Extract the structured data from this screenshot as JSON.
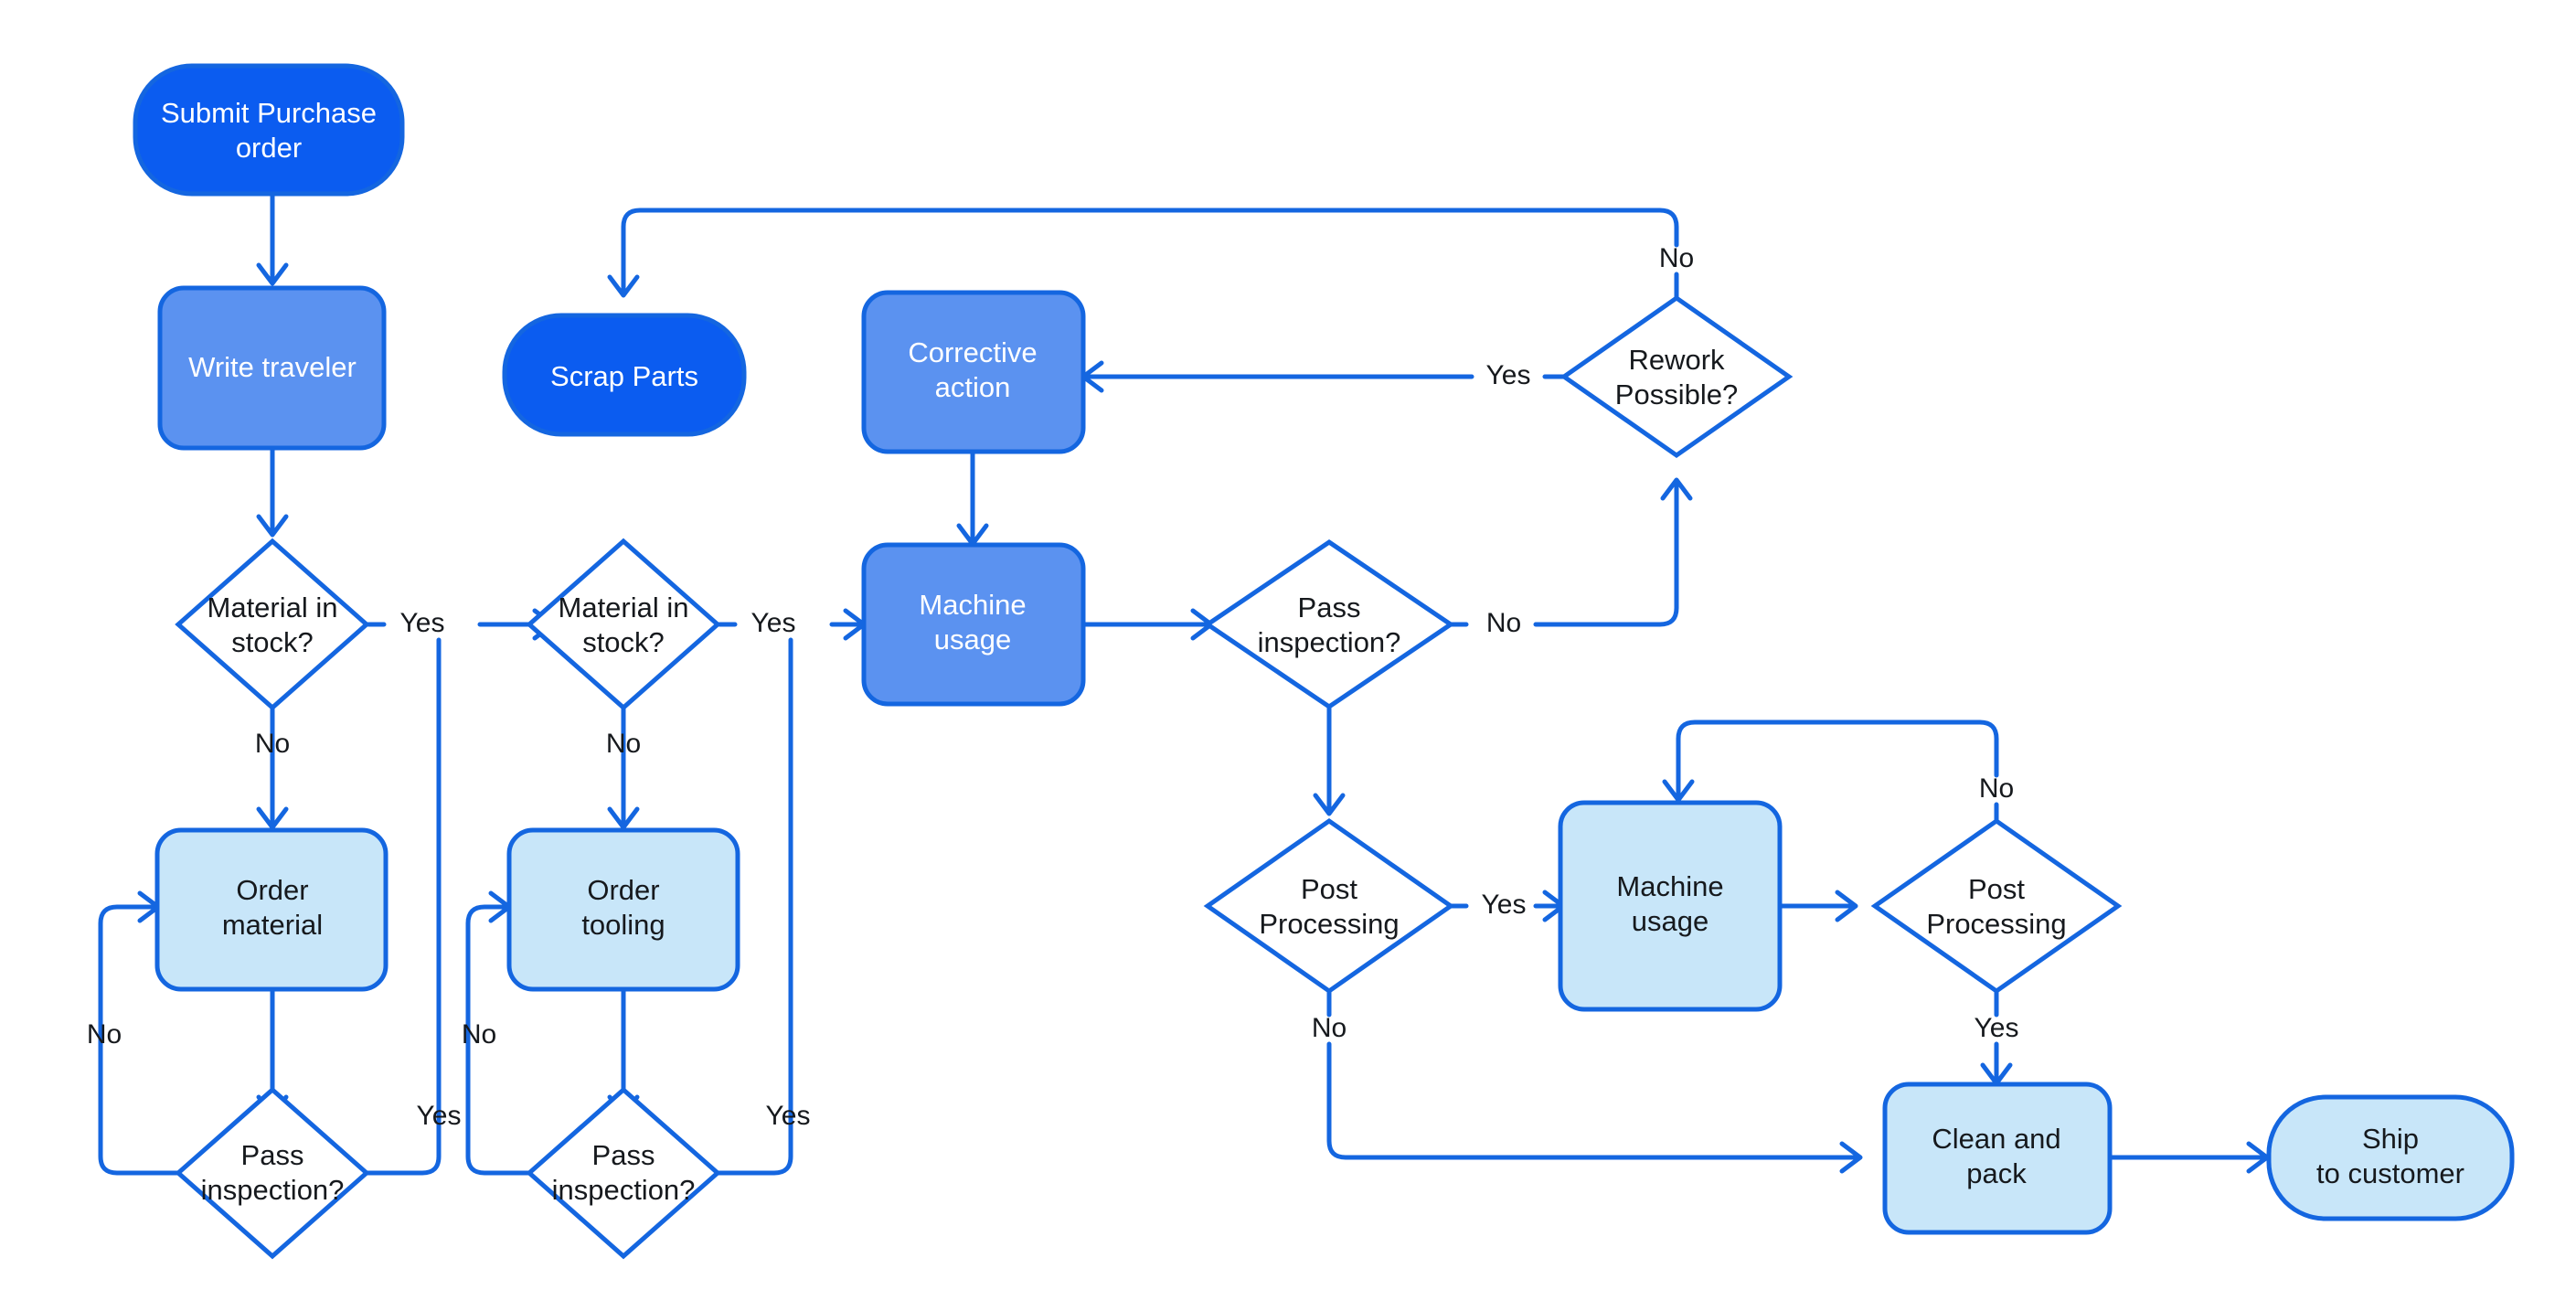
{
  "diagram": {
    "title": "Manufacturing purchase-order to shipment process flowchart",
    "palette": {
      "terminal_dark": "#0B5CF0",
      "process_mid": "#5B92F0",
      "process_light": "#C8E6F9",
      "shape_stroke": "#1466E0",
      "edge_stroke": "#1466E0",
      "text_on_dark": "#FFFFFF",
      "text_on_light": "#16191D",
      "canvas": "#FFFFFF"
    },
    "nodes": [
      {
        "id": "n1",
        "label_line1": "Submit Purchase",
        "label_line2": "order",
        "shape": "terminal",
        "style": "terminal_dark"
      },
      {
        "id": "n2",
        "label_line1": "Write traveler",
        "label_line2": "",
        "shape": "process",
        "style": "process_mid"
      },
      {
        "id": "n3",
        "label_line1": "Material in",
        "label_line2": "stock?",
        "shape": "decision",
        "style": "white"
      },
      {
        "id": "n4",
        "label_line1": "Order",
        "label_line2": "material",
        "shape": "process",
        "style": "process_light"
      },
      {
        "id": "n5",
        "label_line1": "Pass",
        "label_line2": "inspection?",
        "shape": "decision",
        "style": "white"
      },
      {
        "id": "n6",
        "label_line1": "Scrap Parts",
        "label_line2": "",
        "shape": "terminal",
        "style": "terminal_dark"
      },
      {
        "id": "n7",
        "label_line1": "Material in",
        "label_line2": "stock?",
        "shape": "decision",
        "style": "white"
      },
      {
        "id": "n8",
        "label_line1": "Order",
        "label_line2": "tooling",
        "shape": "process",
        "style": "process_light"
      },
      {
        "id": "n9",
        "label_line1": "Pass",
        "label_line2": "inspection?",
        "shape": "decision",
        "style": "white"
      },
      {
        "id": "n10",
        "label_line1": "Corrective",
        "label_line2": "action",
        "shape": "process",
        "style": "process_mid"
      },
      {
        "id": "n11",
        "label_line1": "Machine",
        "label_line2": "usage",
        "shape": "process",
        "style": "process_mid"
      },
      {
        "id": "n12",
        "label_line1": "Pass",
        "label_line2": "inspection?",
        "shape": "decision",
        "style": "white"
      },
      {
        "id": "n13",
        "label_line1": "Rework",
        "label_line2": "Possible?",
        "shape": "decision",
        "style": "white"
      },
      {
        "id": "n14",
        "label_line1": "Post",
        "label_line2": "Processing",
        "shape": "decision",
        "style": "white"
      },
      {
        "id": "n15",
        "label_line1": "Machine",
        "label_line2": "usage",
        "shape": "process",
        "style": "process_light"
      },
      {
        "id": "n16",
        "label_line1": "Post",
        "label_line2": "Processing",
        "shape": "decision",
        "style": "white"
      },
      {
        "id": "n17",
        "label_line1": "Clean and",
        "label_line2": "pack",
        "shape": "process",
        "style": "process_light"
      },
      {
        "id": "n18",
        "label_line1": "Ship",
        "label_line2": "to customer",
        "shape": "terminal",
        "style": "process_light"
      }
    ],
    "edge_labels": {
      "mat1_yes": "Yes",
      "mat1_no": "No",
      "insp1_no": "No",
      "insp1_yes": "Yes",
      "mat2_yes": "Yes",
      "mat2_no": "No",
      "insp2_no": "No",
      "insp2_yes": "Yes",
      "insp3_no": "No",
      "rework_yes": "Yes",
      "rework_no": "No",
      "post1_yes": "Yes",
      "post1_no": "No",
      "post2_no": "No",
      "post2_yes": "Yes"
    }
  }
}
